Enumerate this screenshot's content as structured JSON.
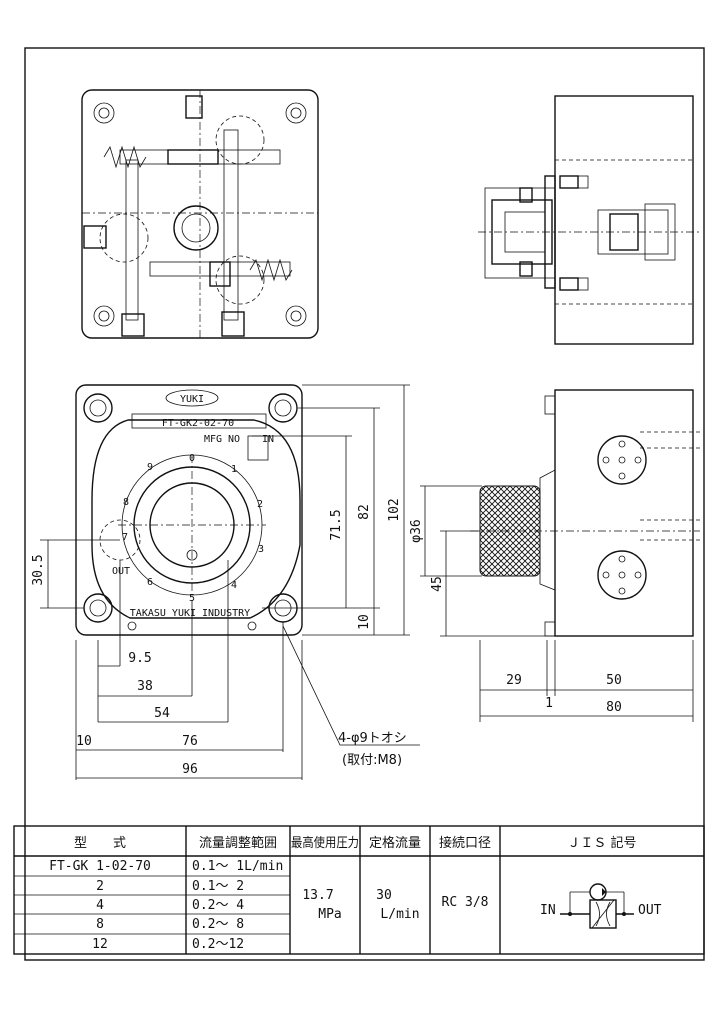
{
  "labels": {
    "brand": "YUKI",
    "model_plate": "FT-GK2-02-70",
    "mfg_no": "MFG NO",
    "in": "IN",
    "out": "OUT",
    "maker": "TAKASU YUKI INDUSTRY",
    "dial": [
      "0",
      "1",
      "2",
      "3",
      "4",
      "5",
      "6",
      "7",
      "8",
      "9"
    ],
    "hole_note": "4-φ9トオシ",
    "mount_note": "(取付:M8)"
  },
  "dimensions": {
    "d_9_5": "9.5",
    "d_38": "38",
    "d_54": "54",
    "d_10_left": "10",
    "d_76": "76",
    "d_96": "96",
    "d_30_5": "30.5",
    "d_71_5": "71.5",
    "d_82": "82",
    "d_102": "102",
    "d_10_right": "10",
    "d_phi36": "φ36",
    "d_45": "45",
    "d_29": "29",
    "d_50": "50",
    "d_1": "1",
    "d_80": "80"
  },
  "table": {
    "headers": [
      "型　　式",
      "流量調整範囲",
      "最高使用圧力",
      "定格流量",
      "接続口径",
      "ＪＩＳ 記号"
    ],
    "rows": [
      {
        "model": "FT-GK 1-02-70",
        "range": "0.1～ 1L/min"
      },
      {
        "model": "2",
        "range": "0.1～ 2"
      },
      {
        "model": "4",
        "range": "0.2～ 4"
      },
      {
        "model": "8",
        "range": "0.2～ 8"
      },
      {
        "model": "12",
        "range": "0.2～12"
      }
    ],
    "pressure_value": "13.7",
    "pressure_unit": "MPa",
    "flow_value": "30",
    "flow_unit": "L/min",
    "port": "RC 3/8",
    "symbol_in": "IN",
    "symbol_out": "OUT"
  }
}
